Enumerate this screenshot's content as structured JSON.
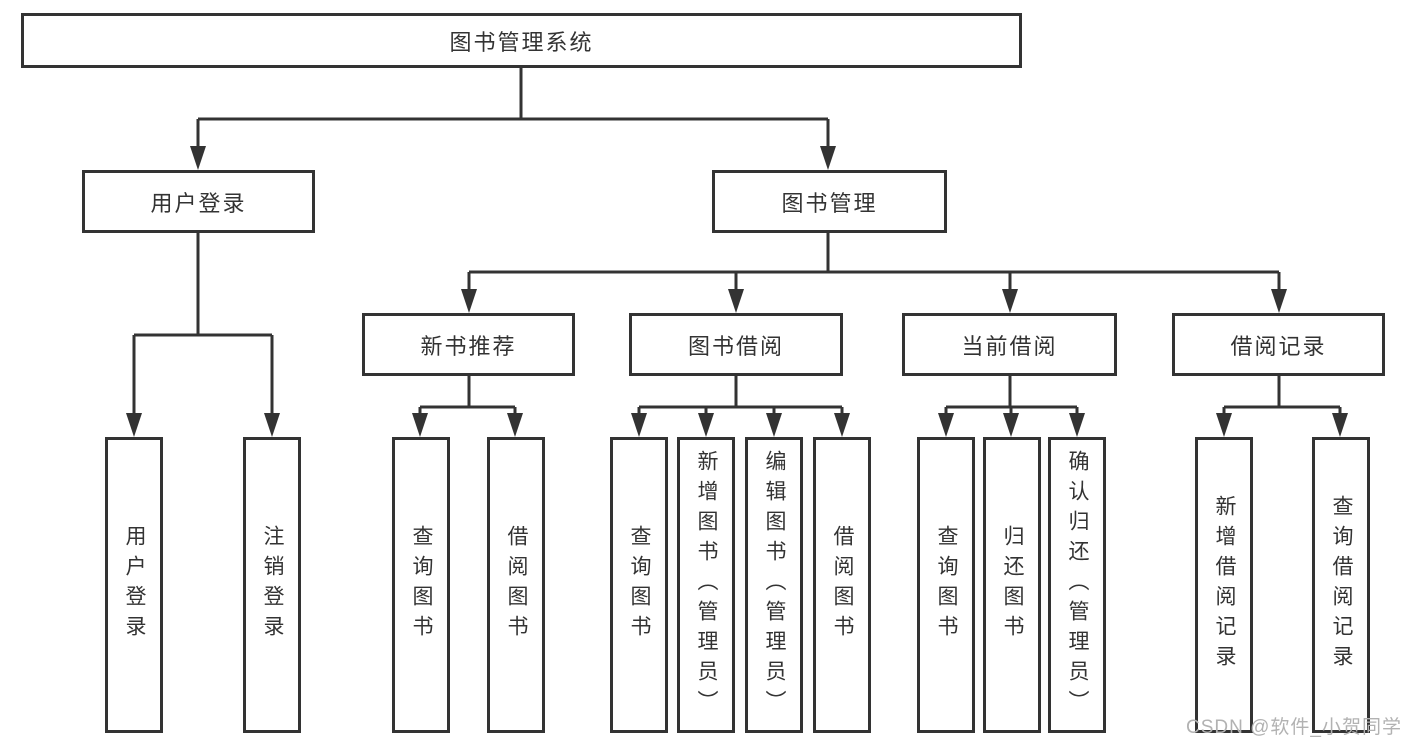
{
  "tree": {
    "root": {
      "label": "图书管理系统"
    },
    "branches": [
      {
        "label": "用户登录",
        "children": [
          {
            "label": "用户登录"
          },
          {
            "label": "注销登录"
          }
        ]
      },
      {
        "label": "图书管理",
        "children": [
          {
            "label": "新书推荐",
            "children": [
              {
                "label": "查询图书"
              },
              {
                "label": "借阅图书"
              }
            ]
          },
          {
            "label": "图书借阅",
            "children": [
              {
                "label": "查询图书"
              },
              {
                "label": "新增图书（管理员）"
              },
              {
                "label": "编辑图书（管理员）"
              },
              {
                "label": "借阅图书"
              }
            ]
          },
          {
            "label": "当前借阅",
            "children": [
              {
                "label": "查询图书"
              },
              {
                "label": "归还图书"
              },
              {
                "label": "确认归还（管理员）"
              }
            ]
          },
          {
            "label": "借阅记录",
            "children": [
              {
                "label": "新增借阅记录"
              },
              {
                "label": "查询借阅记录"
              }
            ]
          }
        ]
      }
    ]
  },
  "watermark": {
    "text": "CSDN @软件_小贺同学"
  },
  "colors": {
    "line": "#333333",
    "text": "#333333",
    "watermark": "#b2b2b2"
  }
}
